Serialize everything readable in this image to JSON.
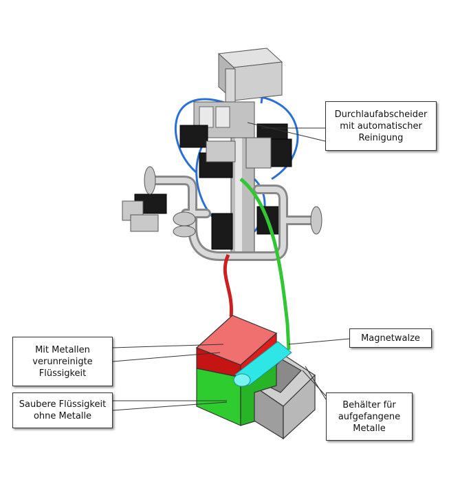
{
  "labels": {
    "separator": "Durchlaufabscheider\nmit automatischer\nReinigung",
    "roller": "Magnetwalze",
    "dirty_liquid": "Mit Metallen\nverunreinigte\nFlüssigkeit",
    "clean_liquid": "Saubere Flüssigkeit\nohne Metalle",
    "metal_container": "Behälter für\naufgefangene\nMetalle"
  },
  "colors": {
    "dirty_tank": "#e01b1b",
    "clean_tank": "#2ecc2e",
    "roller": "#2ee6e6",
    "container": "#a9a9a9",
    "steel_pipe": "#c8c8c8",
    "blue_tube": "#2a6fd6",
    "red_hose": "#cc1f1f",
    "green_hose": "#33c633",
    "actuator": "#1a1a1a"
  }
}
